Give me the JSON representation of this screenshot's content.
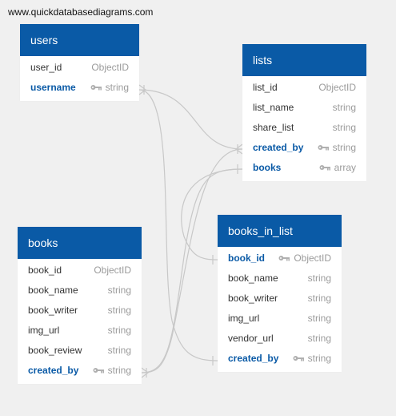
{
  "watermark": "www.quickdatabasediagrams.com",
  "colors": {
    "header_bg": "#0a5aa6",
    "key_field": "#0a5aa6",
    "type_text": "#9b9b9b",
    "connector": "#c8c8c8",
    "canvas_bg": "#f0f0f0"
  },
  "tables": {
    "users": {
      "title": "users",
      "fields": [
        {
          "name": "user_id",
          "type": "ObjectID"
        },
        {
          "name": "username",
          "type": "string",
          "icon": "key-icon"
        }
      ]
    },
    "lists": {
      "title": "lists",
      "fields": [
        {
          "name": "list_id",
          "type": "ObjectID"
        },
        {
          "name": "list_name",
          "type": "string"
        },
        {
          "name": "share_list",
          "type": "string"
        },
        {
          "name": "created_by",
          "type": "string",
          "icon": "key-icon"
        },
        {
          "name": "books",
          "type": "array",
          "icon": "key-icon"
        }
      ]
    },
    "books": {
      "title": "books",
      "fields": [
        {
          "name": "book_id",
          "type": "ObjectID"
        },
        {
          "name": "book_name",
          "type": "string"
        },
        {
          "name": "book_writer",
          "type": "string"
        },
        {
          "name": "img_url",
          "type": "string"
        },
        {
          "name": "book_review",
          "type": "string"
        },
        {
          "name": "created_by",
          "type": "string",
          "icon": "key-icon"
        }
      ]
    },
    "books_in_list": {
      "title": "books_in_list",
      "fields": [
        {
          "name": "book_id",
          "type": "ObjectID",
          "icon": "key-icon"
        },
        {
          "name": "book_name",
          "type": "string"
        },
        {
          "name": "book_writer",
          "type": "string"
        },
        {
          "name": "img_url",
          "type": "string"
        },
        {
          "name": "vendor_url",
          "type": "string"
        },
        {
          "name": "created_by",
          "type": "string",
          "icon": "key-icon"
        }
      ]
    }
  },
  "relationships": [
    {
      "from": "users.username",
      "to": "lists.created_by"
    },
    {
      "from": "users.username",
      "to": "books_in_list.created_by"
    },
    {
      "from": "books.created_by",
      "to": "lists.books"
    },
    {
      "from": "lists.books",
      "to": "books_in_list.book_id"
    }
  ]
}
